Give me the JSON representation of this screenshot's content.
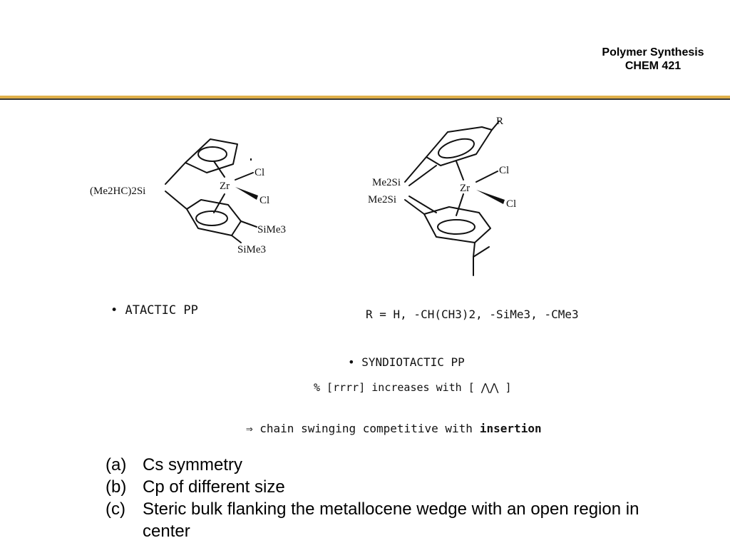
{
  "header": {
    "course_title": "Polymer Synthesis",
    "course_code": "CHEM 421",
    "rule_colors": {
      "gold": "#E0B04A",
      "dark": "#3a3a3a"
    }
  },
  "structure_left": {
    "substituent": "(Me2HC)2Si",
    "metal": "Zr",
    "ligand_1": "Cl",
    "ligand_2": "Cl",
    "group_1": "SiMe3",
    "group_2": "SiMe3"
  },
  "structure_right": {
    "r_group": "R",
    "bridge_1": "Me2Si",
    "bridge_2": "Me2Si",
    "metal": "Zr",
    "ligand_1": "Cl",
    "ligand_2": "Cl"
  },
  "notes": {
    "left_note": "• ATACTIC   PP",
    "r_definition": "R = H, -CH(CH3)2, -SiMe3, -CMe3",
    "right_note": "• SYNDIOTACTIC   PP",
    "rrrr_note": "% [rrrr]  increases with [ ⋀⋀ ]",
    "conclusion": "⇒ chain swinging competitive with",
    "conclusion_emphasis": "insertion"
  },
  "points": [
    {
      "mark": "(a)",
      "text": "Cs symmetry"
    },
    {
      "mark": "(b)",
      "text": "Cp of different size"
    },
    {
      "mark": "(c)",
      "text": "Steric bulk flanking the metallocene wedge with an open region in center"
    }
  ]
}
